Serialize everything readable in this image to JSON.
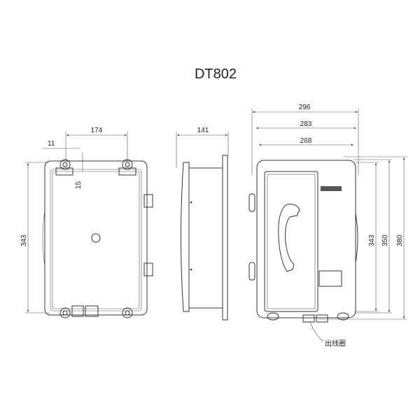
{
  "title": "DT802",
  "back_view": {
    "width_dim": "174",
    "hole_offset_dim": "11",
    "top_offset_dim": "15",
    "height_dim": "343"
  },
  "side_view": {
    "depth_dim": "141"
  },
  "front_view": {
    "overall_width_dim": "296",
    "width_dim": "283",
    "inner_width_dim": "268",
    "height_dim_1": "343",
    "height_dim_2": "350",
    "height_dim_3": "380",
    "cable_gland_label": "出线圈"
  }
}
